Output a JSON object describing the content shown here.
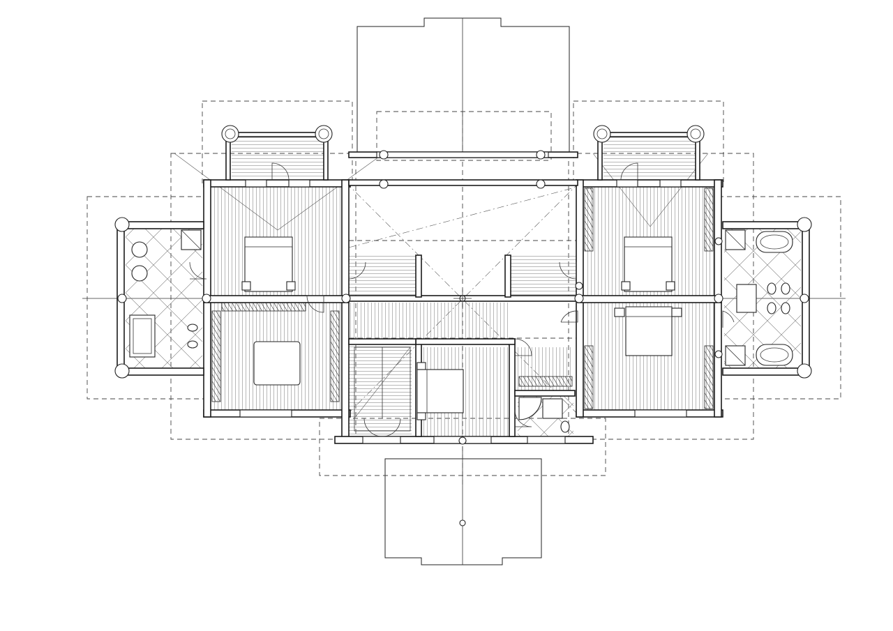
{
  "drawing": {
    "kind": "floor-plan",
    "level": "upper-floor",
    "line_color": "#1a1a1a",
    "background": "#ffffff",
    "patterns": [
      "hex-roof-tile",
      "vertical-wood-flooring",
      "horizontal-wood-flooring",
      "diagonal-tile"
    ]
  },
  "rooms": [
    {
      "id": "bedroom-nw",
      "type": "bedroom",
      "flooring": "vertical-wood"
    },
    {
      "id": "bedroom-sw",
      "type": "bedroom",
      "flooring": "vertical-wood"
    },
    {
      "id": "bedroom-ne",
      "type": "bedroom",
      "flooring": "vertical-wood"
    },
    {
      "id": "bedroom-e",
      "type": "bedroom",
      "flooring": "vertical-wood"
    },
    {
      "id": "bedroom-s",
      "type": "bedroom",
      "flooring": "vertical-wood"
    },
    {
      "id": "bathroom-w",
      "type": "bathroom",
      "flooring": "diagonal-tile"
    },
    {
      "id": "bathroom-e",
      "type": "bathroom",
      "flooring": "diagonal-tile"
    },
    {
      "id": "shower-room",
      "type": "bathroom",
      "flooring": "diagonal-tile"
    },
    {
      "id": "stair-hall",
      "type": "staircase",
      "flooring": "vertical-wood"
    },
    {
      "id": "central-hall",
      "type": "open-to-below",
      "flooring": "none"
    }
  ],
  "balconies": [
    {
      "id": "balcony-nw"
    },
    {
      "id": "balcony-ne"
    }
  ],
  "roofs": [
    {
      "id": "roof-north"
    },
    {
      "id": "roof-south"
    }
  ]
}
